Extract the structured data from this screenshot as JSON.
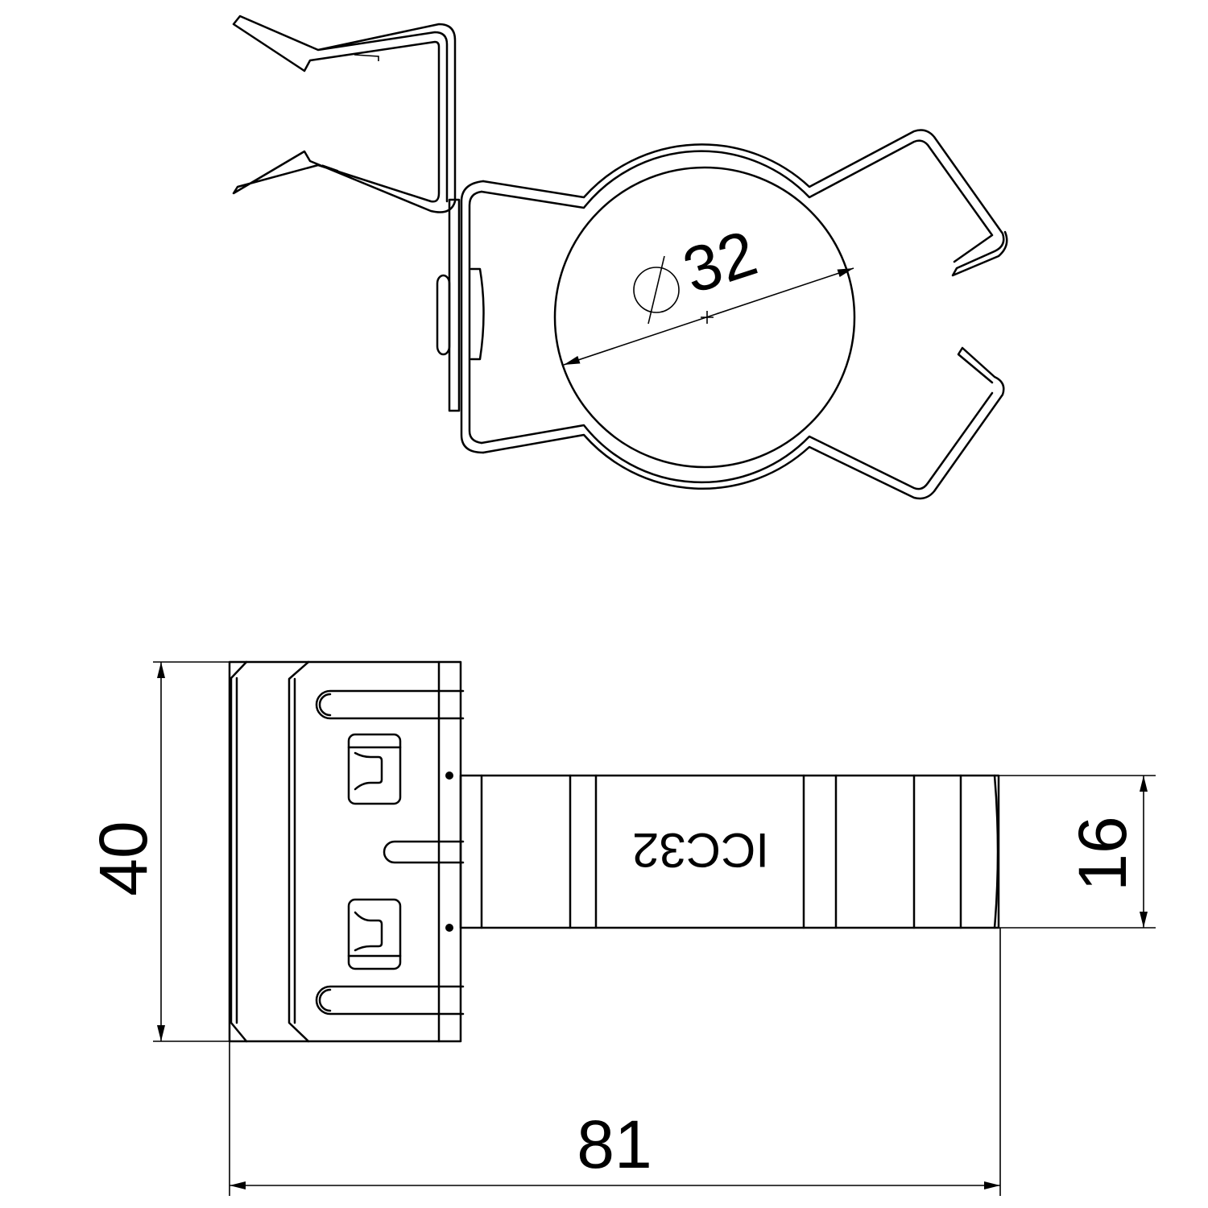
{
  "drawing": {
    "top_view": {
      "diameter_symbol": "ø",
      "diameter_value": "32"
    },
    "side_view": {
      "marking_text": "ICC32",
      "height_dimension": "40",
      "tube_dimension": "16",
      "length_dimension": "81"
    },
    "colors": {
      "line": "#000000",
      "background": "#ffffff"
    }
  }
}
